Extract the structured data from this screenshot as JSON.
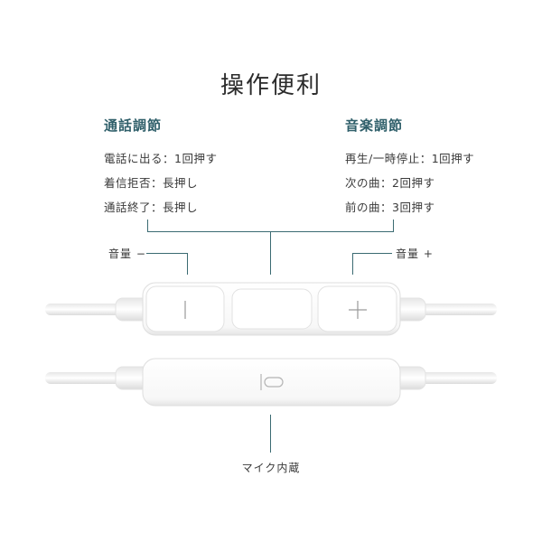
{
  "title": "操作便利",
  "call_control": {
    "heading": "通話調節",
    "lines": [
      "電話に出る：1回押す",
      "着信拒否：長押し",
      "通話終了：長押し"
    ]
  },
  "music_control": {
    "heading": "音楽調節",
    "lines": [
      "再生/一時停止：1回押す",
      "次の曲：2回押す",
      "前の曲：3回押す"
    ]
  },
  "volume_down_label": "音量 −",
  "volume_up_label": "音量 +",
  "mic_label": "マイク内蔵",
  "colors": {
    "accent": "#3b6b72",
    "cable": "#f2f2f2",
    "remote": "#fafafa"
  },
  "icons": {
    "minus": "minus-icon",
    "plus": "plus-icon",
    "microphone": "microphone-icon"
  }
}
